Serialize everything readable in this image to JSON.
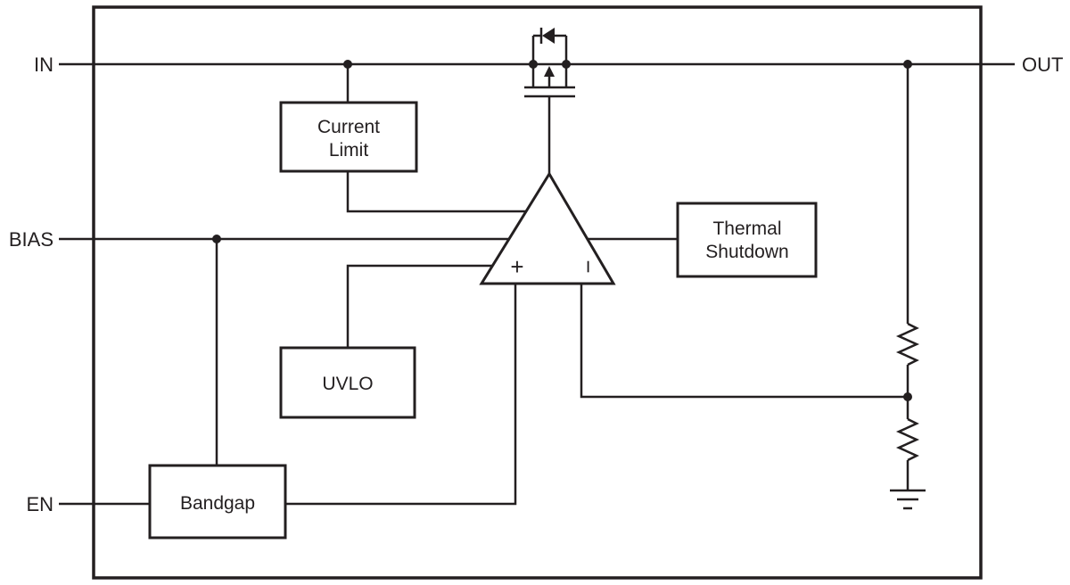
{
  "pins": {
    "in": "IN",
    "out": "OUT",
    "bias": "BIAS",
    "en": "EN"
  },
  "blocks": {
    "current_limit": {
      "line1": "Current",
      "line2": "Limit"
    },
    "thermal_shutdown": {
      "line1": "Thermal",
      "line2": "Shutdown"
    },
    "uvlo": {
      "label": "UVLO"
    },
    "bandgap": {
      "label": "Bandgap"
    }
  },
  "amplifier": {
    "noninverting": "+",
    "inverting": "−"
  },
  "colors": {
    "line": "#231f20",
    "background": "#ffffff",
    "block_fill": "#ffffff"
  }
}
